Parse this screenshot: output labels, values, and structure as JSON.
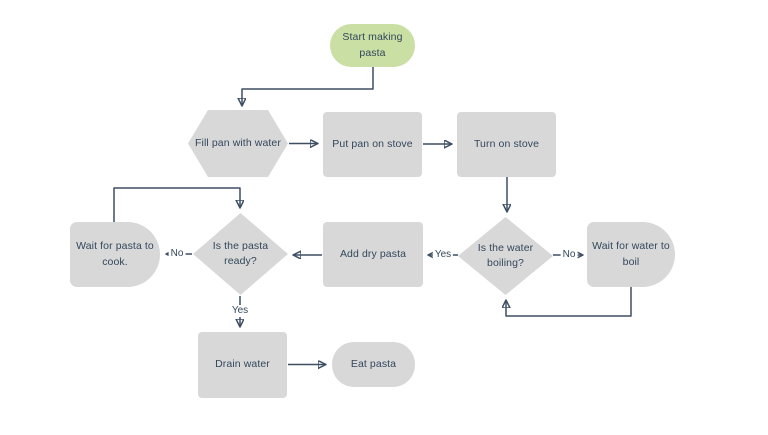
{
  "colors": {
    "node_fill": "#d8d8d8",
    "start_fill": "#c9dfa4",
    "text": "#33475b",
    "connector": "#3e4f63",
    "background": "#ffffff"
  },
  "diagram": {
    "type": "flowchart",
    "nodes": {
      "start": {
        "label": "Start making pasta",
        "shape": "terminator"
      },
      "fill_pan": {
        "label": "Fill pan with water",
        "shape": "preparation-hexagon"
      },
      "put_pan": {
        "label": "Put pan on stove",
        "shape": "process"
      },
      "turn_on": {
        "label": "Turn on stove",
        "shape": "process"
      },
      "water_boiling": {
        "label": "Is the water boiling?",
        "shape": "decision"
      },
      "wait_water": {
        "label": "Wait for water to boil",
        "shape": "delay"
      },
      "add_pasta": {
        "label": "Add dry pasta",
        "shape": "process"
      },
      "pasta_ready": {
        "label": "Is the pasta ready?",
        "shape": "decision"
      },
      "wait_pasta": {
        "label": "Wait for pasta to cook.",
        "shape": "delay"
      },
      "drain": {
        "label": "Drain water",
        "shape": "process"
      },
      "eat": {
        "label": "Eat pasta",
        "shape": "terminator"
      }
    },
    "edges": [
      {
        "from": "start",
        "to": "fill_pan",
        "label": ""
      },
      {
        "from": "fill_pan",
        "to": "put_pan",
        "label": ""
      },
      {
        "from": "put_pan",
        "to": "turn_on",
        "label": ""
      },
      {
        "from": "turn_on",
        "to": "water_boiling",
        "label": ""
      },
      {
        "from": "water_boiling",
        "to": "wait_water",
        "label": "No"
      },
      {
        "from": "wait_water",
        "to": "water_boiling",
        "label": ""
      },
      {
        "from": "water_boiling",
        "to": "add_pasta",
        "label": "Yes"
      },
      {
        "from": "add_pasta",
        "to": "pasta_ready",
        "label": ""
      },
      {
        "from": "pasta_ready",
        "to": "wait_pasta",
        "label": "No"
      },
      {
        "from": "wait_pasta",
        "to": "pasta_ready",
        "label": ""
      },
      {
        "from": "pasta_ready",
        "to": "drain",
        "label": "Yes"
      },
      {
        "from": "drain",
        "to": "eat",
        "label": ""
      }
    ]
  }
}
